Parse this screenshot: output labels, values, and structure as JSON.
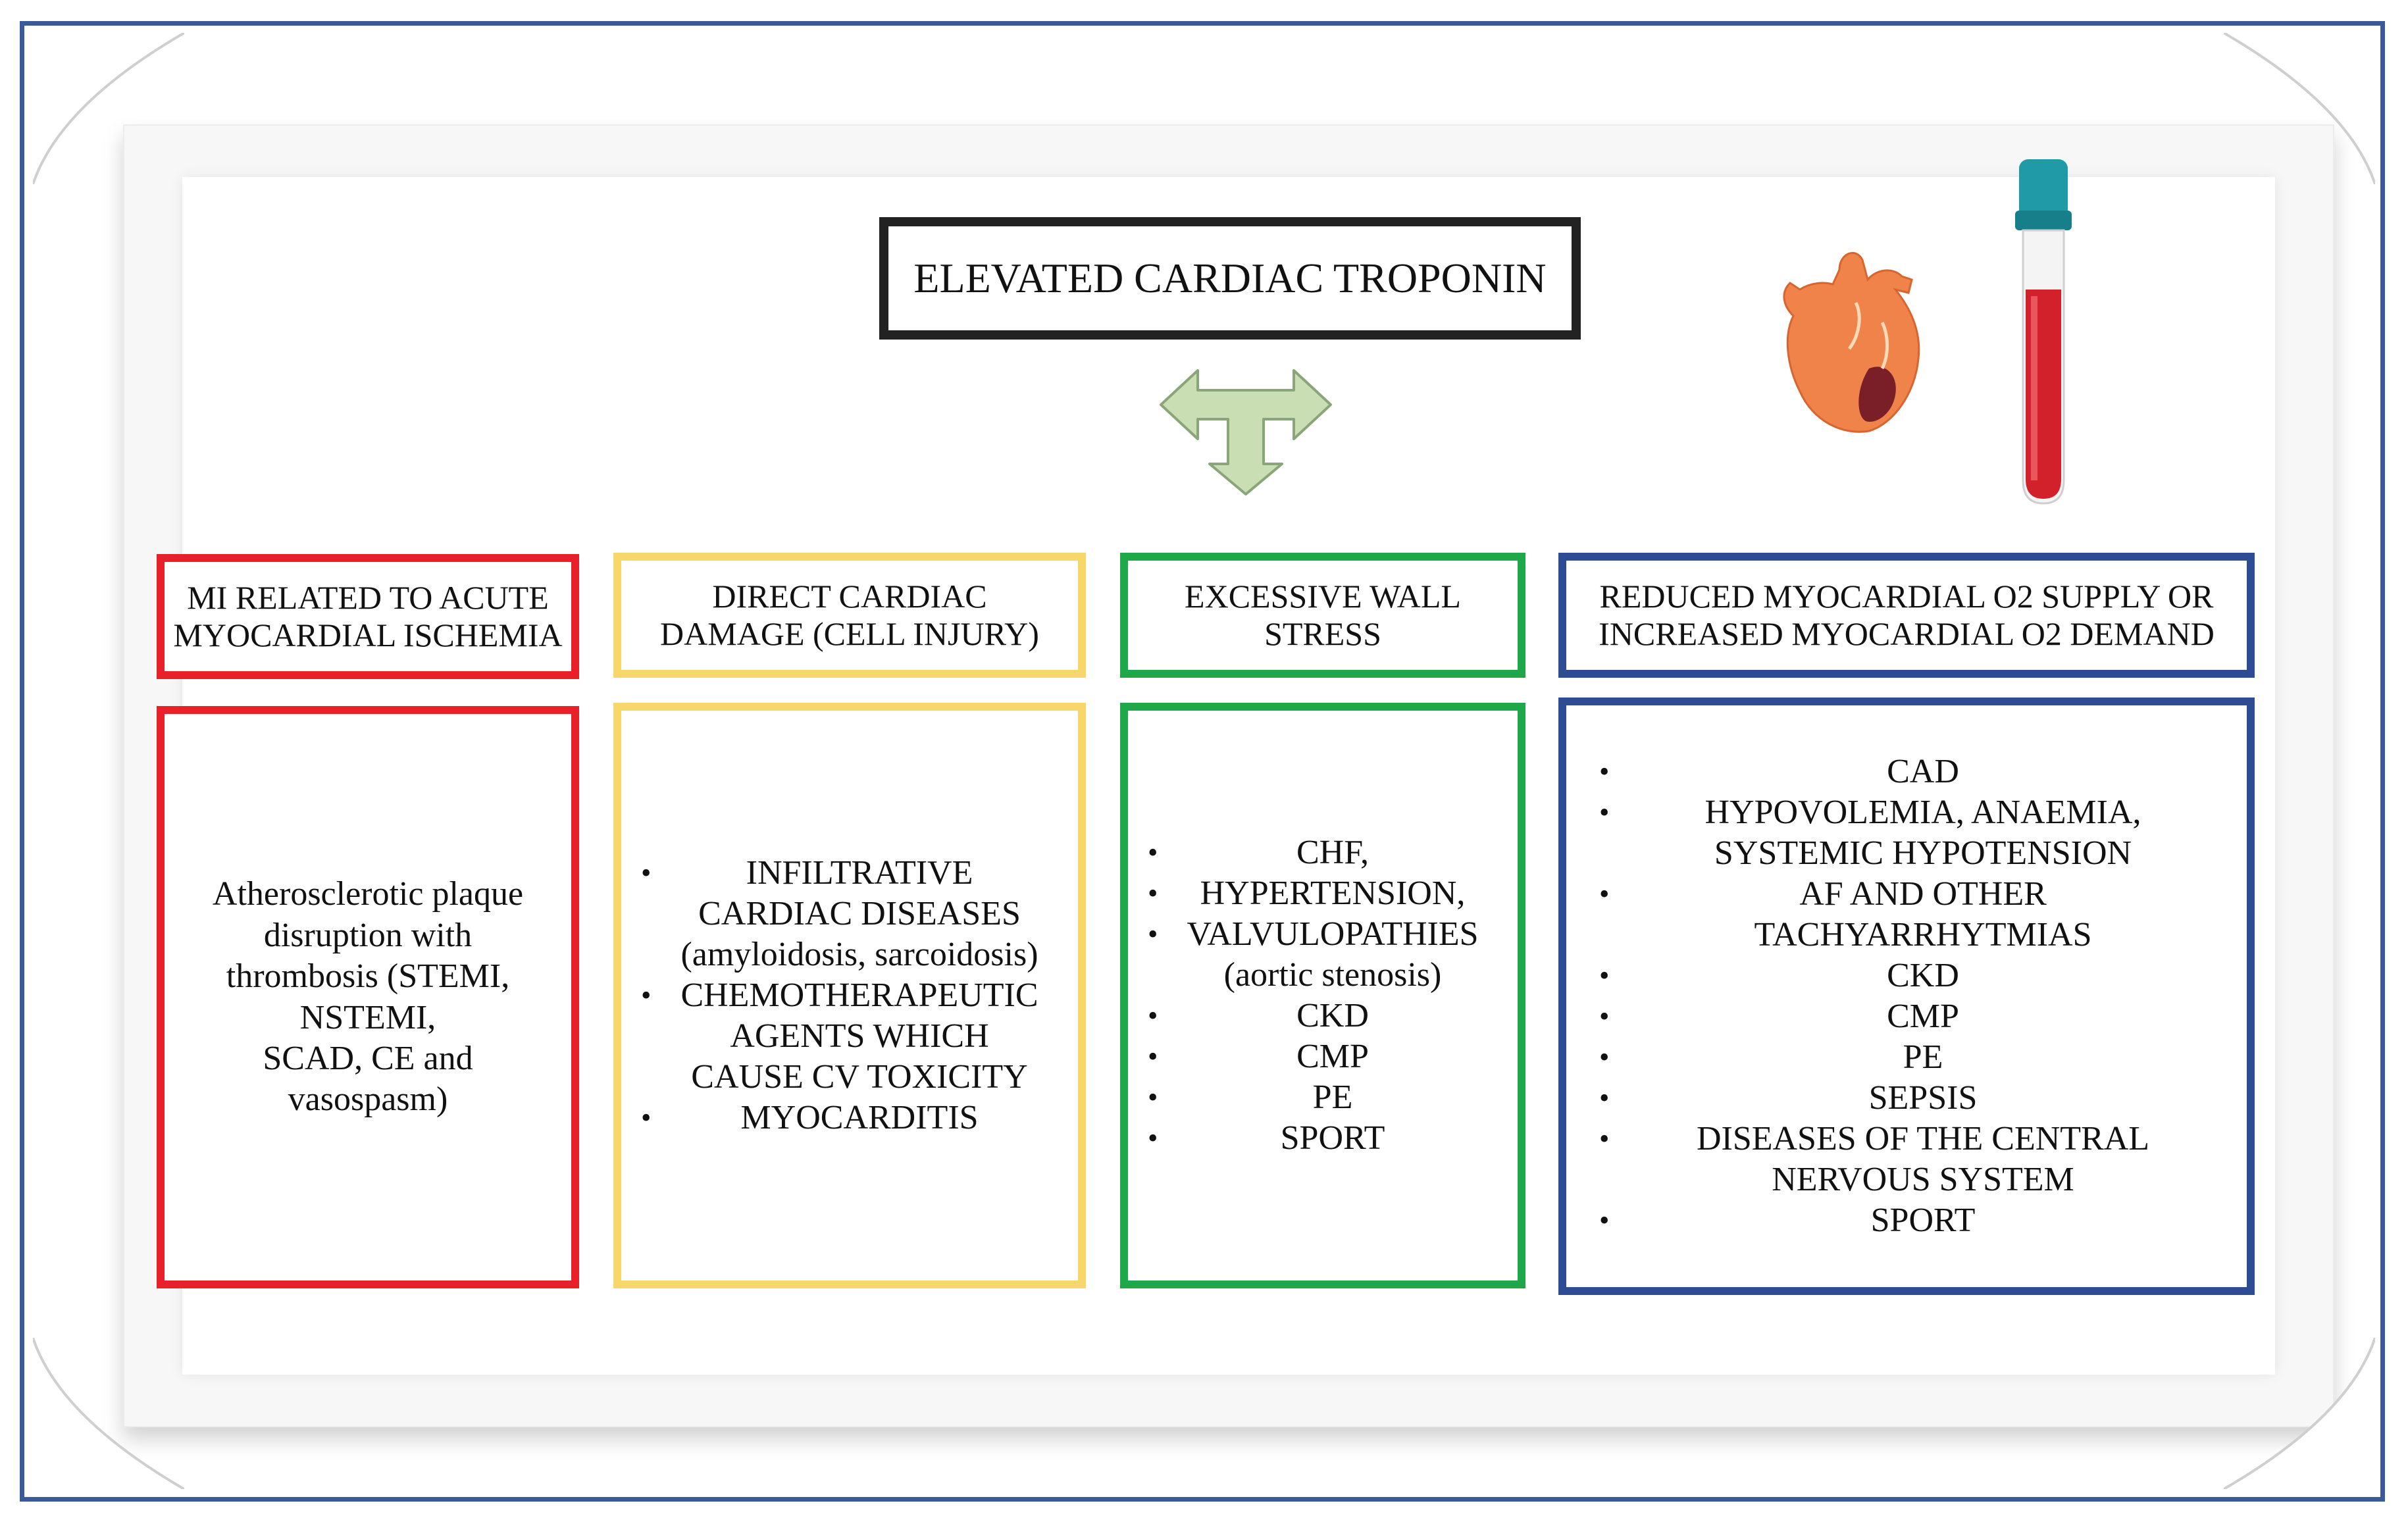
{
  "title": "ELEVATED CARDIAC TROPONIN",
  "colors": {
    "frame": "#3a5a9a",
    "red": "#e8202a",
    "yellow": "#f7d66a",
    "green": "#1ea84a",
    "blue": "#2d4c94",
    "arrow_fill": "#c9dfb3",
    "arrow_stroke": "#8aa57a",
    "heart": "#f0834a",
    "tube_blood": "#d3212b",
    "tube_cap": "#1f9aa6"
  },
  "icons": [
    "double-arrow-split-icon",
    "heart-icon",
    "blood-tube-icon"
  ],
  "categories": [
    {
      "heading": [
        "MI RELATED TO ACUTE",
        "MYOCARDIAL ISCHEMIA"
      ],
      "text": [
        "Atherosclerotic plaque",
        "disruption with",
        "thrombosis (STEMI,",
        "NSTEMI,",
        "SCAD, CE and",
        "vasospasm)"
      ]
    },
    {
      "heading": [
        "DIRECT CARDIAC",
        "DAMAGE (CELL INJURY)"
      ],
      "items": [
        [
          "INFILTRATIVE",
          "CARDIAC DISEASES",
          "(amyloidosis, sarcoidosis)"
        ],
        [
          "CHEMOTHERAPEUTIC",
          "AGENTS WHICH",
          "CAUSE CV TOXICITY"
        ],
        [
          "MYOCARDITIS"
        ]
      ]
    },
    {
      "heading": [
        "EXCESSIVE WALL",
        "STRESS"
      ],
      "items": [
        [
          "CHF,"
        ],
        [
          "HYPERTENSION,"
        ],
        [
          "VALVULOPATHIES",
          "(aortic stenosis)"
        ],
        [
          "CKD"
        ],
        [
          "CMP"
        ],
        [
          "PE"
        ],
        [
          "SPORT"
        ]
      ]
    },
    {
      "heading": [
        "REDUCED MYOCARDIAL O2 SUPPLY OR",
        "INCREASED MYOCARDIAL O2 DEMAND"
      ],
      "items": [
        [
          "CAD"
        ],
        [
          "HYPOVOLEMIA, ANAEMIA,",
          "SYSTEMIC HYPOTENSION"
        ],
        [
          "AF AND OTHER",
          "TACHYARRHYTMIAS"
        ],
        [
          "CKD"
        ],
        [
          "CMP"
        ],
        [
          "PE"
        ],
        [
          "SEPSIS"
        ],
        [
          "DISEASES OF THE CENTRAL",
          "NERVOUS SYSTEM"
        ],
        [
          "SPORT"
        ]
      ]
    }
  ]
}
